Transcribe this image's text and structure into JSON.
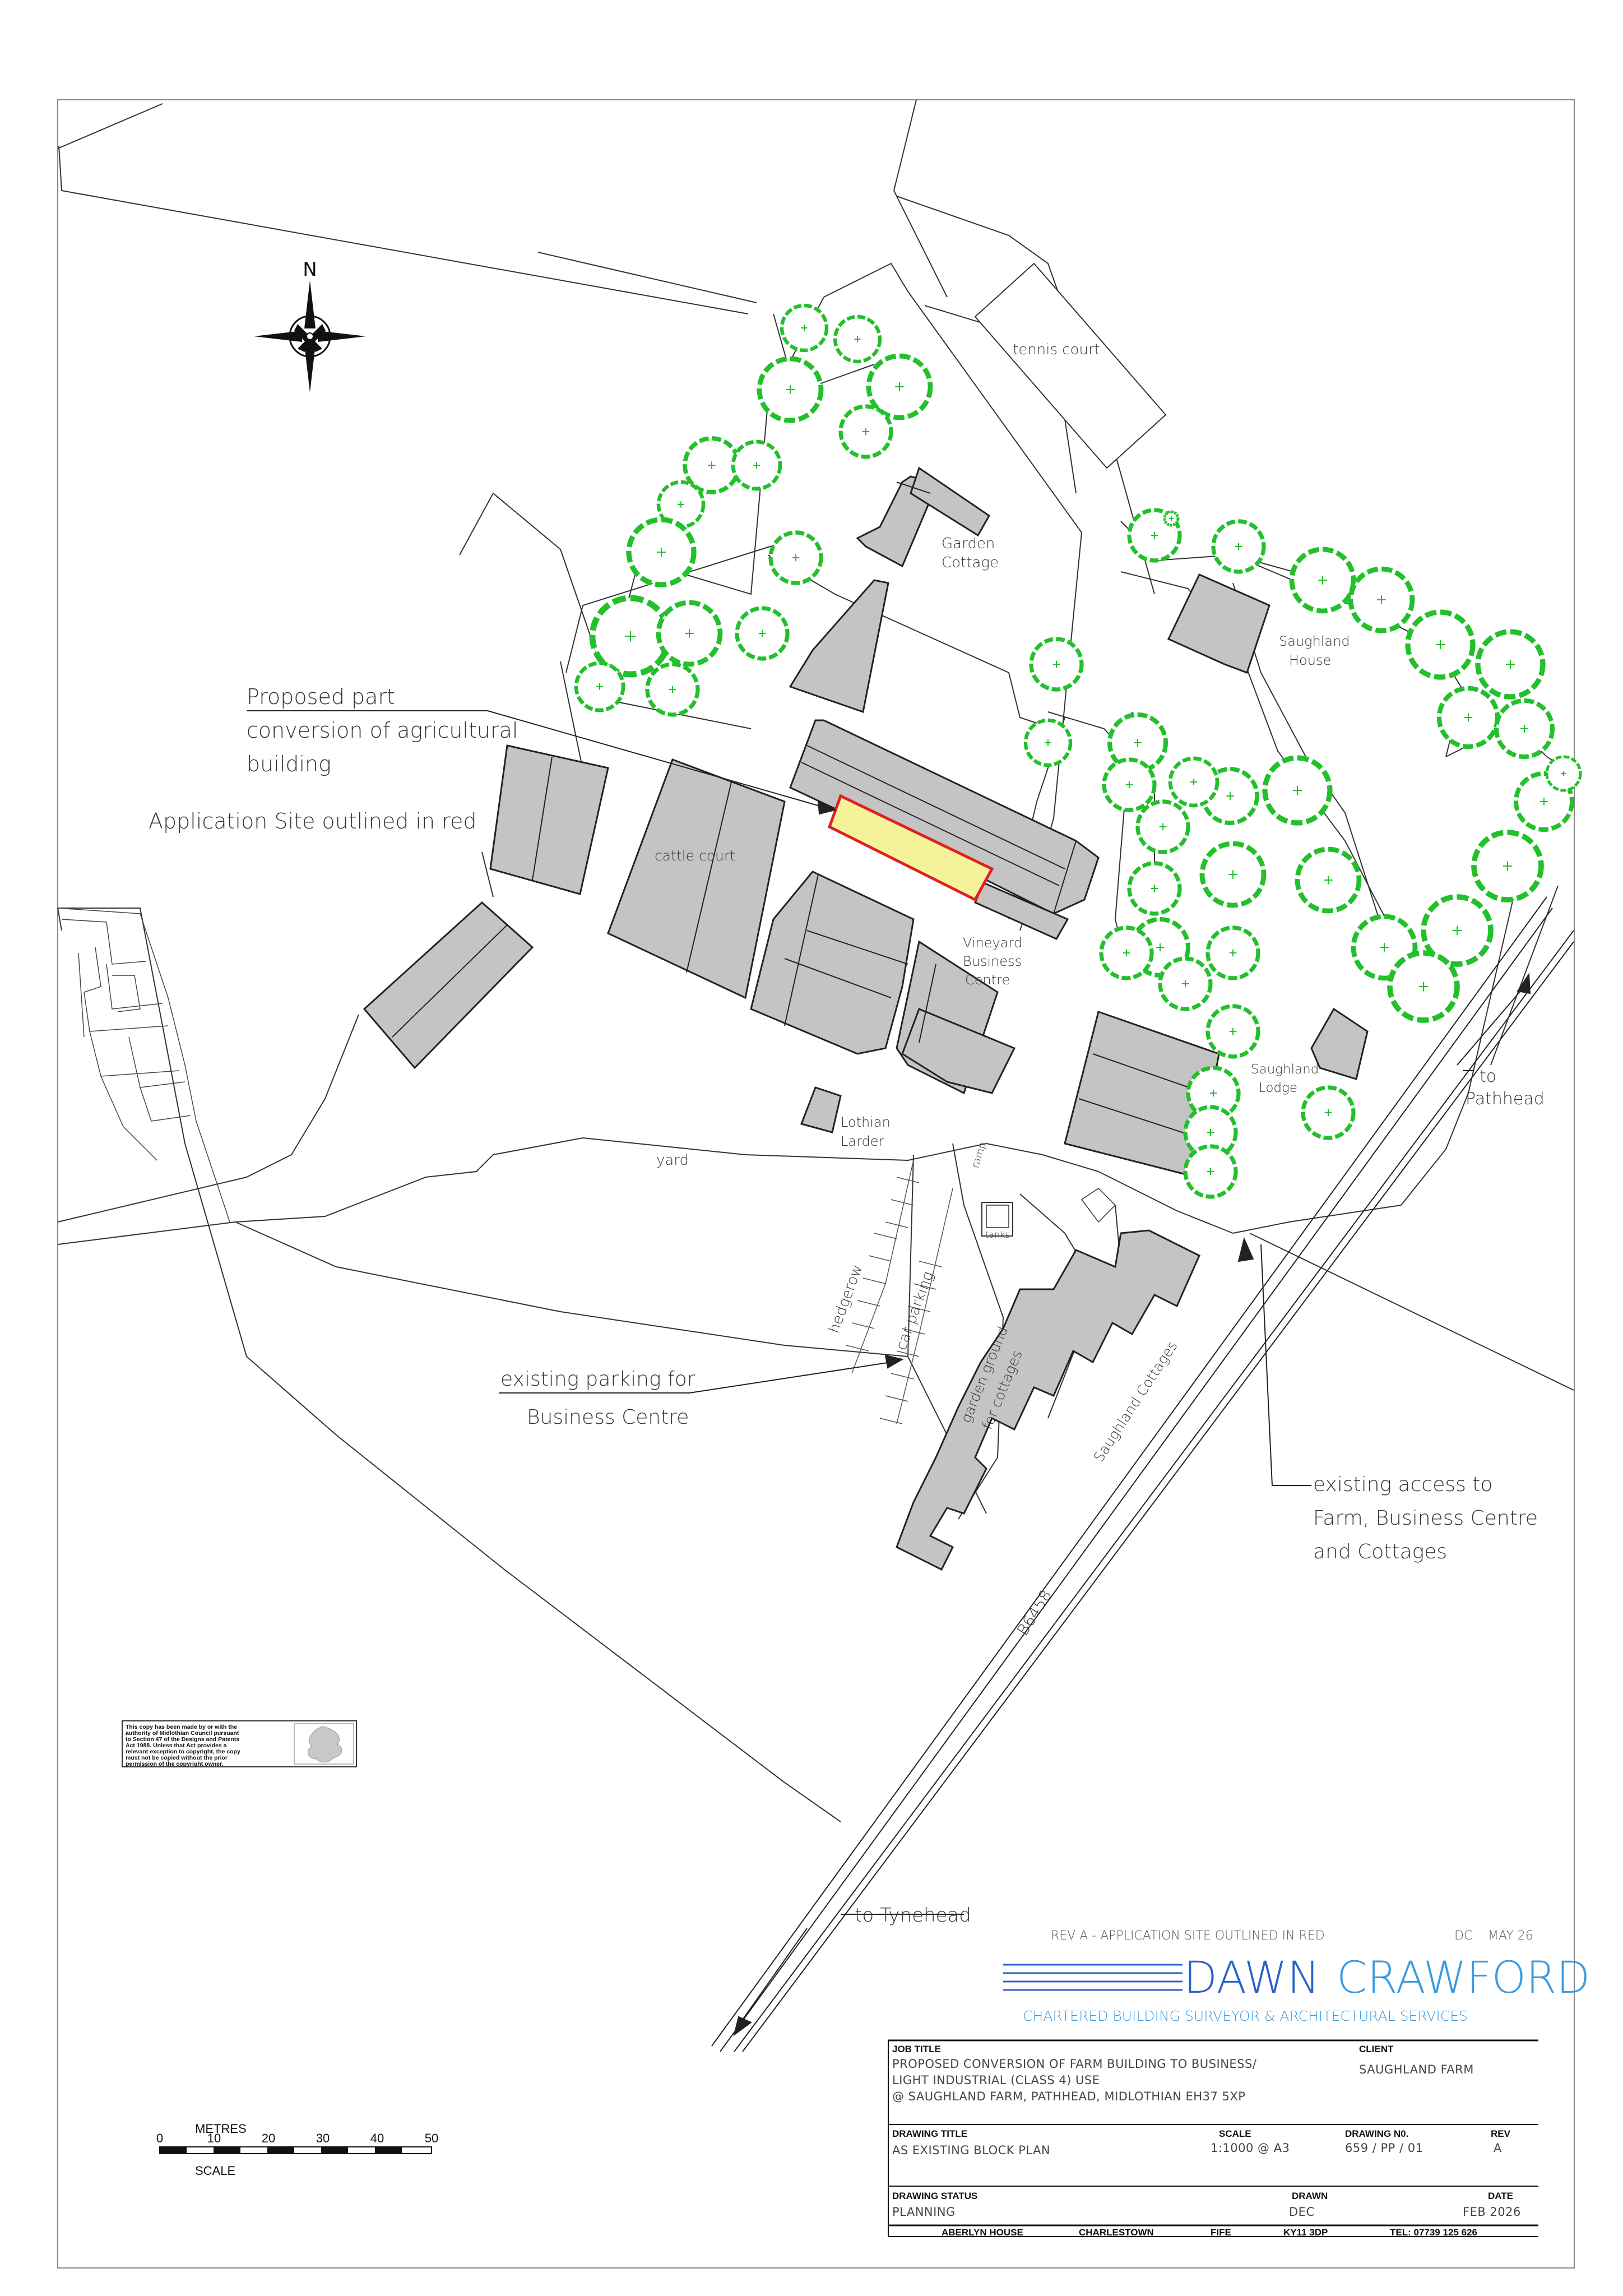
{
  "north_label": "N",
  "labels": {
    "tennis_court": "tennis court",
    "garden_cottage": [
      "Garden",
      "Cottage"
    ],
    "saughland_house": [
      "Saughland",
      "House"
    ],
    "cattle_court": "cattle court",
    "vineyard_business_centre": [
      "Vineyard",
      "Business",
      "Centre"
    ],
    "saughland_lodge": [
      "Saughland",
      "Lodge"
    ],
    "lothian_larder": [
      "Lothian",
      "Larder"
    ],
    "yard": "yard",
    "ramp": "ramp",
    "tanks": "tanks",
    "hedgerow": "hedgerow",
    "car_parking": "car parking",
    "garden_ground": [
      "garden ground",
      "for cottages"
    ],
    "saughland_cottages": "Saughland Cottages",
    "road": "B6458",
    "to_pathhead": [
      "to",
      "Pathhead"
    ],
    "to_tynehead": "to Tynehead"
  },
  "annotations": {
    "proposed": [
      "Proposed part",
      "conversion of agricultural",
      "building"
    ],
    "application_site": "Application Site outlined in red",
    "existing_parking": [
      "existing parking for",
      "Business Centre"
    ],
    "existing_access": [
      "existing access to",
      "Farm, Business Centre",
      "and Cottages"
    ]
  },
  "copyright_notice": [
    "This copy has been made by or with the",
    "authority of Midlothian Council pursuant",
    "to Section 47 of the Designs and Patents",
    "Act 1988. Unless that Act provides a",
    "relevant exception to copyright, the copy",
    "must not be copied without the prior",
    "permission of the copyright owner."
  ],
  "scale_bar": {
    "title": "METRES",
    "ticks": [
      "0",
      "10",
      "20",
      "30",
      "40",
      "50"
    ],
    "caption": "SCALE"
  },
  "revision": {
    "note": "REV A - APPLICATION SITE OUTLINED IN RED",
    "initials": "DC",
    "date": "MAY 26"
  },
  "company": {
    "name_part1": "DAWN",
    "name_part2": "CRAWFORD",
    "tagline": "CHARTERED BUILDING SURVEYOR & ARCHITECTURAL SERVICES"
  },
  "title_block": {
    "job_title_label": "JOB TITLE",
    "job_title_lines": [
      "PROPOSED CONVERSION OF FARM BUILDING TO BUSINESS/",
      "LIGHT INDUSTRIAL (CLASS 4) USE",
      "@ SAUGHLAND FARM, PATHHEAD, MIDLOTHIAN EH37 5XP"
    ],
    "client_label": "CLIENT",
    "client": "SAUGHLAND FARM",
    "drawing_title_label": "DRAWING TITLE",
    "drawing_title": "AS EXISTING BLOCK PLAN",
    "scale_label": "SCALE",
    "scale": "1:1000 @ A3",
    "drawing_no_label": "DRAWING N0.",
    "drawing_no": "659 / PP / 01",
    "rev_label": "REV",
    "rev": "A",
    "drawing_status_label": "DRAWING STATUS",
    "drawing_status": "PLANNING",
    "drawn_label": "DRAWN",
    "drawn": "DEC",
    "date_label": "DATE",
    "date": "FEB 2026",
    "footer": [
      "ABERLYN HOUSE",
      "CHARLESTOWN",
      "FIFE",
      "KY11 3DP",
      "TEL: 07739 125 626"
    ]
  },
  "colors": {
    "building_fill": "#c4c4c4",
    "tree_green": "#22c02a",
    "site_outline": "#e02020",
    "site_fill": "#f6f29a",
    "company_blue": "#2c62c8",
    "tagline_blue": "#3a9be0"
  }
}
